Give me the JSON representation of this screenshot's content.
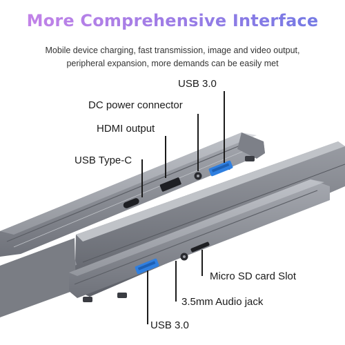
{
  "headline": "More Comprehensive Interface",
  "subline": [
    "Mobile device charging, fast transmission, image and video output,",
    "peripheral expansion, more demands can be easily met"
  ],
  "callouts": {
    "usb30_top": "USB 3.0",
    "dc_power": "DC power connector",
    "hdmi": "HDMI output",
    "usbc": "USB Type-C",
    "microsd": "Micro SD card Slot",
    "audio": "3.5mm Audio jack",
    "usb30_bottom": "USB 3.0"
  },
  "colors": {
    "headline_start": "#c984e8",
    "headline_end": "#6d79e4",
    "usb3_port": "#2f7fe0",
    "device_body": "#8a8d95"
  }
}
